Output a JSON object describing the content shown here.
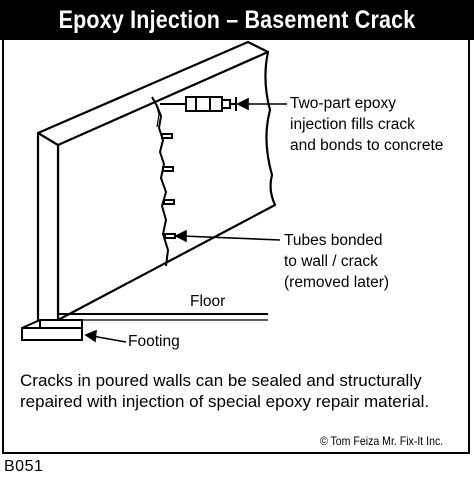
{
  "title": "Epoxy Injection – Basement Crack",
  "labels": {
    "epoxy": [
      "Two-part epoxy",
      "injection fills crack",
      "and bonds to concrete"
    ],
    "tubes": [
      "Tubes bonded",
      "to wall / crack",
      "(removed later)"
    ],
    "floor": "Floor",
    "footing": "Footing"
  },
  "caption": "Cracks in poured walls can be sealed and structurally repaired with injection of special epoxy repair material.",
  "credit": "© Tom Feiza Mr. Fix-It Inc.",
  "code": "B051"
}
